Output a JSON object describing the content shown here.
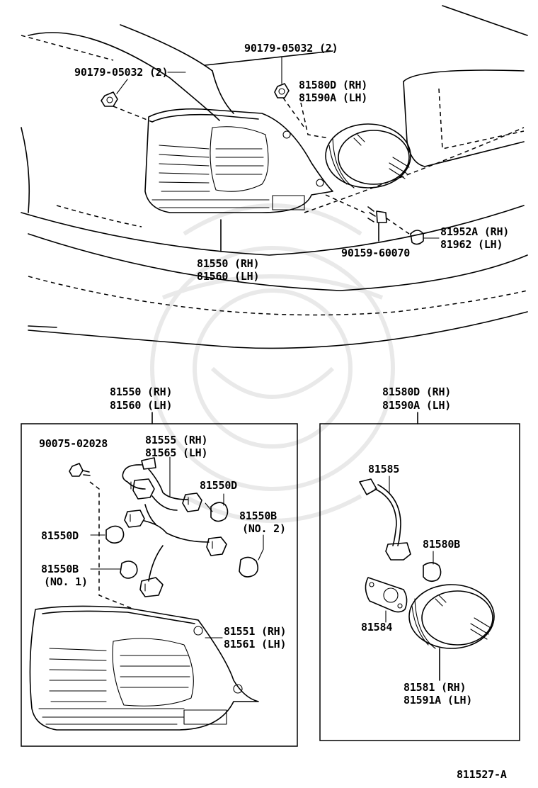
{
  "diagram": {
    "figure_code": "811527-A",
    "top_view": {
      "fastener_left": "90179-05032 (2)",
      "fastener_right": "90179-05032 (2)",
      "side_lamp_rh": "81580D (RH)",
      "side_lamp_lh": "81590A (LH)",
      "tail_lamp_rh": "81550 (RH)",
      "tail_lamp_lh": "81560 (LH)",
      "screw": "90159-60070",
      "retainer_rh": "81952A (RH)",
      "retainer_lh": "81962  (LH)"
    },
    "left_box": {
      "title_rh": "81550 (RH)",
      "title_lh": "81560 (LH)",
      "screw": "90075-02028",
      "socket_wire_rh": "81555 (RH)",
      "socket_wire_lh": "81565 (LH)",
      "bulb_d_right": "81550D",
      "bulb_b_no2": "81550B",
      "bulb_b_no2_note": "(NO. 2)",
      "bulb_d_left": "81550D",
      "bulb_b_no1": "81550B",
      "bulb_b_no1_note": "(NO. 1)",
      "lens_rh": "81551 (RH)",
      "lens_lh": "81561 (LH)"
    },
    "right_box": {
      "title_rh": "81580D (RH)",
      "title_lh": "81590A (LH)",
      "socket": "81585",
      "bulb": "81580B",
      "gasket": "81584",
      "lens_rh": "81581  (RH)",
      "lens_lh": "81591A (LH)"
    }
  }
}
